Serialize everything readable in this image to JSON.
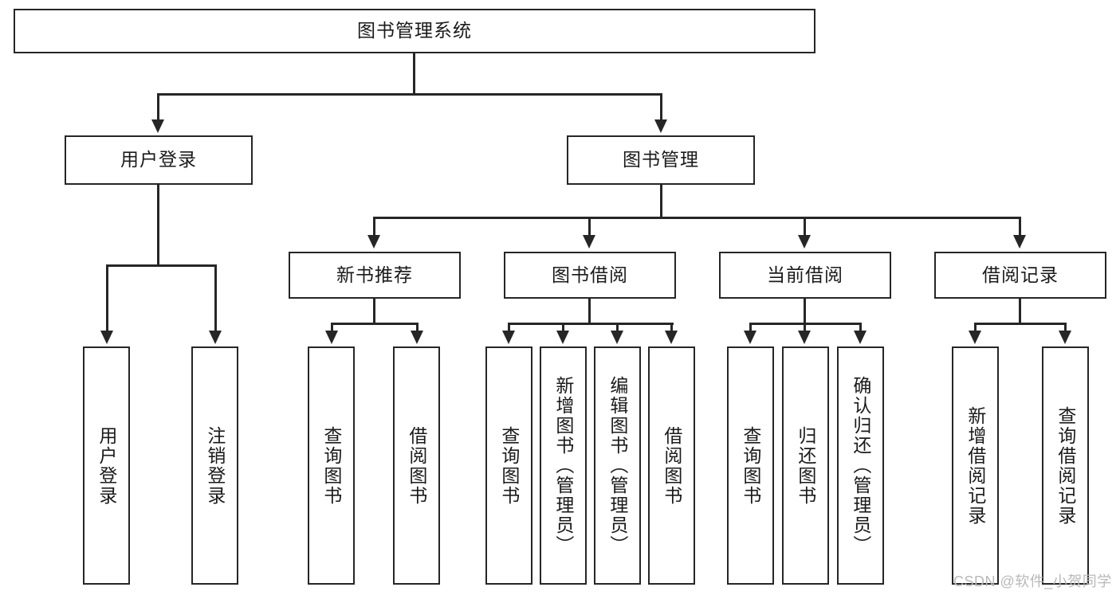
{
  "diagram": {
    "type": "tree-hierarchy",
    "title": "图书管理系统",
    "root": {
      "id": "root",
      "label": "图书管理系统"
    },
    "level2": [
      {
        "id": "user-login",
        "label": "用户登录"
      },
      {
        "id": "book-manage",
        "label": "图书管理"
      }
    ],
    "level3": [
      {
        "id": "new-book-recommend",
        "label": "新书推荐",
        "parent": "book-manage"
      },
      {
        "id": "book-borrow",
        "label": "图书借阅",
        "parent": "book-manage"
      },
      {
        "id": "current-borrow",
        "label": "当前借阅",
        "parent": "book-manage"
      },
      {
        "id": "borrow-record",
        "label": "借阅记录",
        "parent": "book-manage"
      }
    ],
    "leaves": {
      "user_login": [
        {
          "id": "leaf-user-login",
          "label": "用户登录"
        },
        {
          "id": "leaf-logout",
          "label": "注销登录"
        }
      ],
      "new_book_recommend": [
        {
          "id": "leaf-query-book-1",
          "label": "查询图书"
        },
        {
          "id": "leaf-borrow-book-1",
          "label": "借阅图书"
        }
      ],
      "book_borrow": [
        {
          "id": "leaf-query-book-2",
          "label": "查询图书"
        },
        {
          "id": "leaf-add-book",
          "label": "新增图书（管理员）"
        },
        {
          "id": "leaf-edit-book",
          "label": "编辑图书（管理员）"
        },
        {
          "id": "leaf-borrow-book-2",
          "label": "借阅图书"
        }
      ],
      "current_borrow": [
        {
          "id": "leaf-query-book-3",
          "label": "查询图书"
        },
        {
          "id": "leaf-return-book",
          "label": "归还图书"
        },
        {
          "id": "leaf-confirm-return",
          "label": "确认归还（管理员）"
        }
      ],
      "borrow_record": [
        {
          "id": "leaf-add-record",
          "label": "新增借阅记录"
        },
        {
          "id": "leaf-query-record",
          "label": "查询借阅记录"
        }
      ]
    }
  },
  "watermark": {
    "text": "CSDN @软件_小贺同学"
  },
  "colors": {
    "stroke": "#262626",
    "text": "#1a1a1a",
    "background": "#ffffff",
    "watermark": "#b9b9b9"
  }
}
